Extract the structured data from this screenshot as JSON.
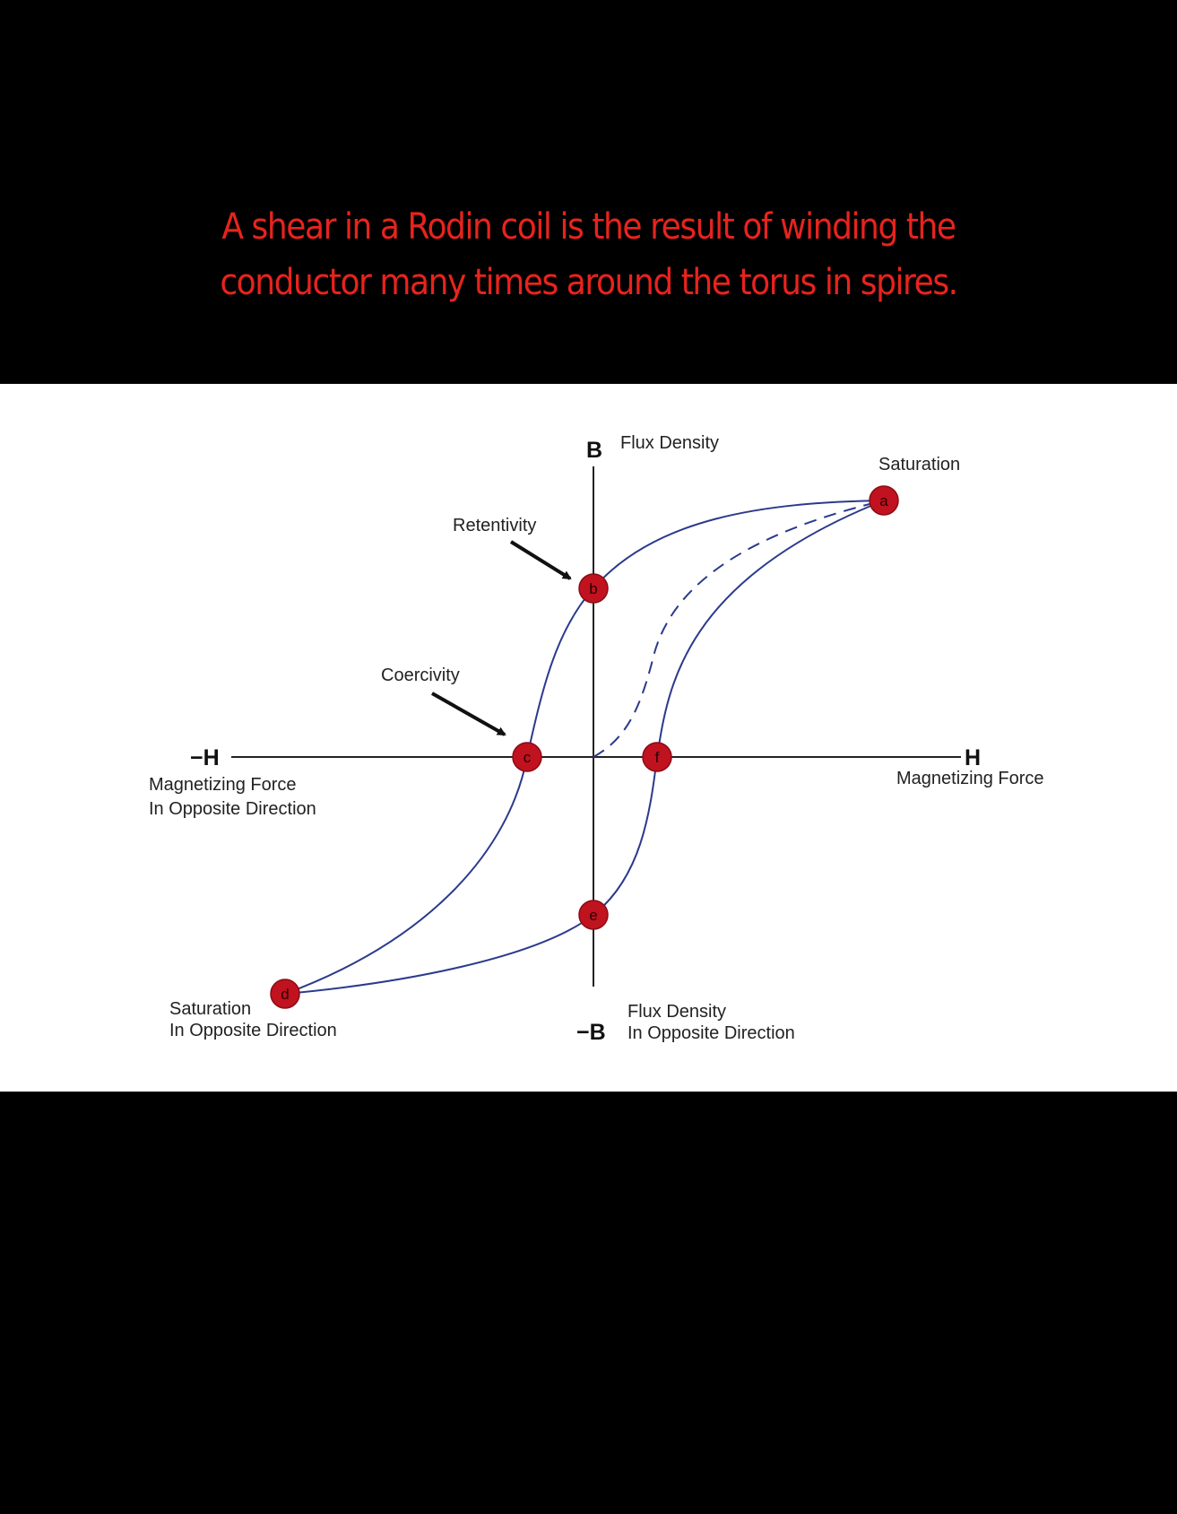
{
  "caption": {
    "line1": "A shear in a Rodin coil is the result of winding the",
    "line2": "conductor many times around the torus in spires."
  },
  "diagram": {
    "axes": {
      "b_top": "B",
      "b_top_label": "Flux Density",
      "b_bottom": "−B",
      "b_bottom_label_1": "Flux Density",
      "b_bottom_label_2": "In Opposite Direction",
      "h_right": "H",
      "h_right_label": "Magnetizing Force",
      "h_left": "−H",
      "h_left_label_1": "Magnetizing Force",
      "h_left_label_2": "In Opposite Direction"
    },
    "annotations": {
      "saturation": "Saturation",
      "retentivity": "Retentivity",
      "coercivity": "Coercivity",
      "saturation_opposite_1": "Saturation",
      "saturation_opposite_2": "In Opposite Direction"
    },
    "points": {
      "a": "a",
      "b": "b",
      "c": "c",
      "d": "d",
      "e": "e",
      "f": "f"
    },
    "colors": {
      "curve": "#2b3a8c",
      "point_fill": "#c1121f",
      "caption": "#e8231d"
    }
  }
}
